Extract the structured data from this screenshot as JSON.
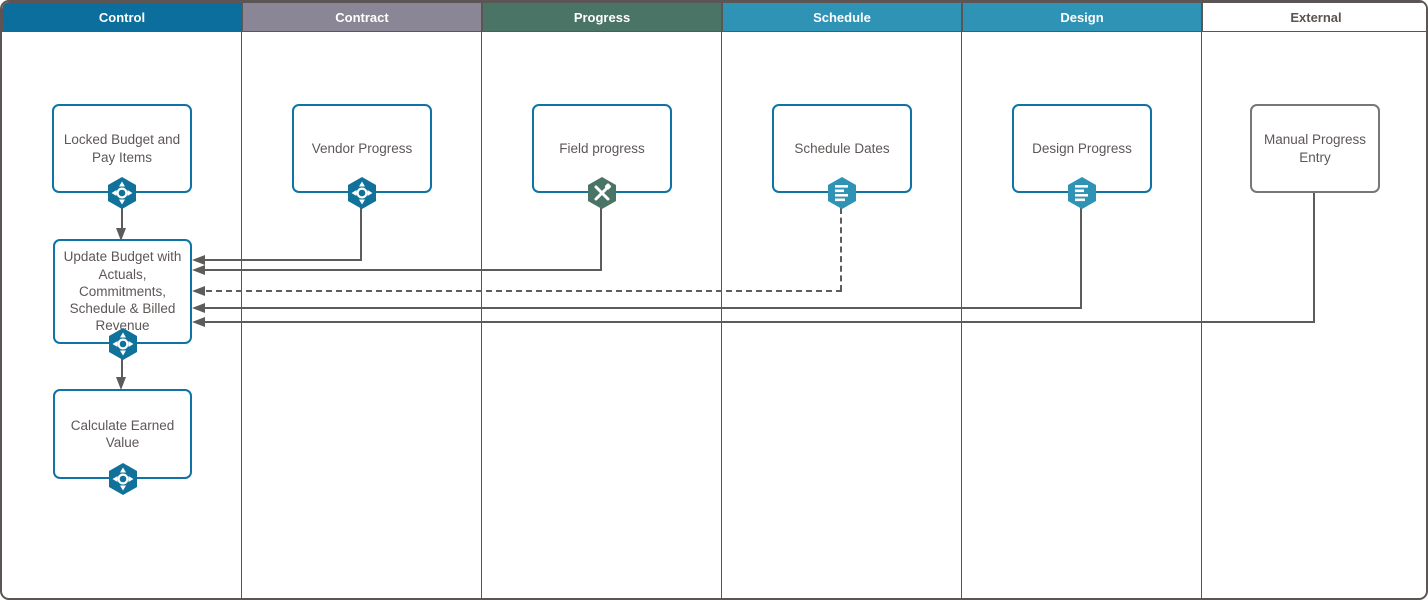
{
  "diagram": {
    "title": "Swimlane process flow",
    "lanes": [
      {
        "label": "Control",
        "header_color": "#0c6e9c",
        "header_text_color": "#ffffff"
      },
      {
        "label": "Contract",
        "header_color": "#8a8695",
        "header_text_color": "#ffffff"
      },
      {
        "label": "Progress",
        "header_color": "#4a7465",
        "header_text_color": "#ffffff"
      },
      {
        "label": "Schedule",
        "header_color": "#2e93b4",
        "header_text_color": "#ffffff"
      },
      {
        "label": "Design",
        "header_color": "#2e93b4",
        "header_text_color": "#ffffff"
      },
      {
        "label": "External",
        "header_color": "#ffffff",
        "header_text_color": "#5b5550"
      }
    ],
    "nodes": [
      {
        "lane": "Control",
        "label": "Locked Budget and Pay Items",
        "icon": "move-compass-icon"
      },
      {
        "lane": "Control",
        "label": "Update Budget with Actuals, Commitments, Schedule & Billed Revenue",
        "icon": "move-compass-icon"
      },
      {
        "lane": "Control",
        "label": "Calculate Earned Value",
        "icon": "move-compass-icon"
      },
      {
        "lane": "Contract",
        "label": "Vendor Progress",
        "icon": "move-compass-icon"
      },
      {
        "lane": "Progress",
        "label": "Field progress",
        "icon": "field-tools-icon"
      },
      {
        "lane": "Schedule",
        "label": "Schedule Dates",
        "icon": "gantt-bars-icon"
      },
      {
        "lane": "Design",
        "label": "Design Progress",
        "icon": "gantt-bars-icon"
      },
      {
        "lane": "External",
        "label": "Manual Progress Entry",
        "icon": "none"
      }
    ],
    "connectors": [
      {
        "from": "Locked Budget and Pay Items",
        "to": "Update Budget with Actuals, Commitments, Schedule & Billed Revenue",
        "style": "solid"
      },
      {
        "from": "Vendor Progress",
        "to": "Update Budget with Actuals, Commitments, Schedule & Billed Revenue",
        "style": "solid"
      },
      {
        "from": "Field progress",
        "to": "Update Budget with Actuals, Commitments, Schedule & Billed Revenue",
        "style": "solid"
      },
      {
        "from": "Schedule Dates",
        "to": "Update Budget with Actuals, Commitments, Schedule & Billed Revenue",
        "style": "dashed"
      },
      {
        "from": "Design Progress",
        "to": "Update Budget with Actuals, Commitments, Schedule & Billed Revenue",
        "style": "solid"
      },
      {
        "from": "Manual Progress Entry",
        "to": "Update Budget with Actuals, Commitments, Schedule & Billed Revenue",
        "style": "solid"
      },
      {
        "from": "Update Budget with Actuals, Commitments, Schedule & Billed Revenue",
        "to": "Calculate Earned Value",
        "style": "solid"
      }
    ],
    "colors": {
      "lane_border": "#5b5555",
      "connector": "#5e5b5b",
      "node_border_blue": "#0f73a4",
      "node_border_gray": "#7b7676",
      "node_text": "#5e5757",
      "badge_compass": "#10719a",
      "badge_gantt": "#2e93b4",
      "badge_field": "#4a7465"
    }
  }
}
